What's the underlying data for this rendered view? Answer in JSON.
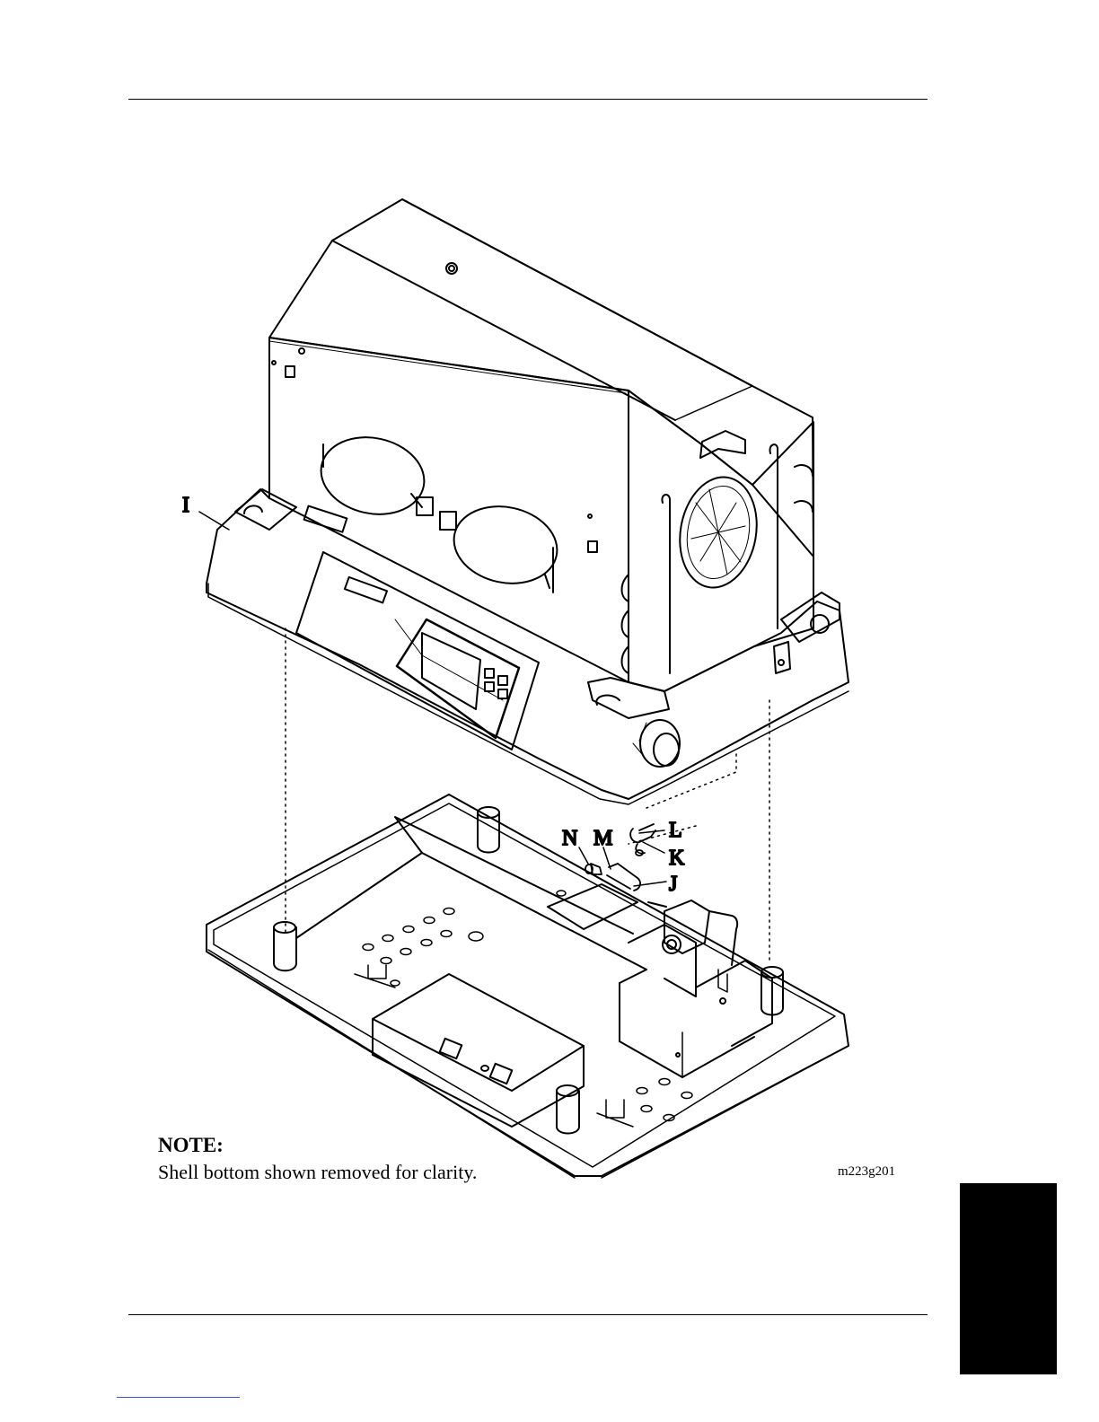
{
  "callouts": {
    "I": "I",
    "J": "J",
    "K": "K",
    "L": "L",
    "M": "M",
    "N": "N"
  },
  "note": {
    "title": "NOTE:",
    "text": "Shell bottom shown removed for clarity."
  },
  "figure_id": "m223g201",
  "colors": {
    "ink": "#000000",
    "paper": "#ffffff",
    "link_rule": "#3b4fcf"
  }
}
